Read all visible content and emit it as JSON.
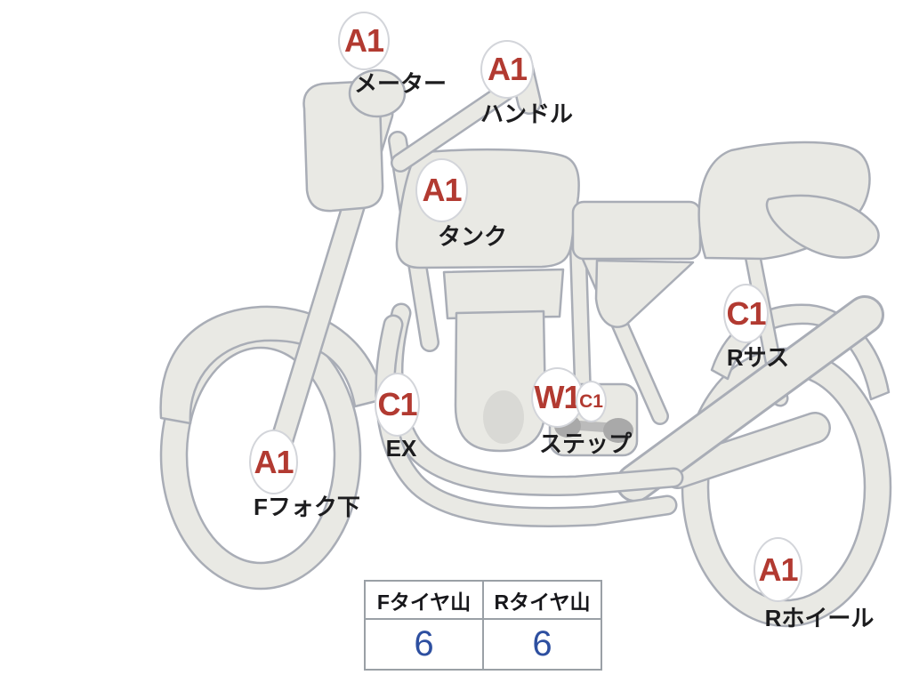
{
  "diagram": {
    "colors": {
      "grade_red": "#b23a31",
      "label_black": "#1c1c1e",
      "body_fill": "#e9e9e4",
      "body_stroke": "#a9adb6",
      "tire_value_blue": "#2d4fa0",
      "table_border": "#9aa0a6"
    },
    "markers": [
      {
        "id": "meter",
        "grade": "A1",
        "label": "メーター"
      },
      {
        "id": "handle",
        "grade": "A1",
        "label": "ハンドル"
      },
      {
        "id": "tank",
        "grade": "A1",
        "label": "タンク"
      },
      {
        "id": "r-sus",
        "grade": "C1",
        "label": "Rサス"
      },
      {
        "id": "ex",
        "grade": "C1",
        "label": "EX"
      },
      {
        "id": "step",
        "grade": "W1",
        "sub_grade": "C1",
        "label": "ステップ"
      },
      {
        "id": "f-fork-lower",
        "grade": "A1",
        "label": "Fフォク下"
      },
      {
        "id": "r-wheel",
        "grade": "A1",
        "label": "Rホイール"
      }
    ]
  },
  "tire_table": {
    "headers": [
      {
        "label": "Fタイヤ山"
      },
      {
        "label": "Rタイヤ山"
      }
    ],
    "values": [
      {
        "value": "6"
      },
      {
        "value": "6"
      }
    ]
  }
}
